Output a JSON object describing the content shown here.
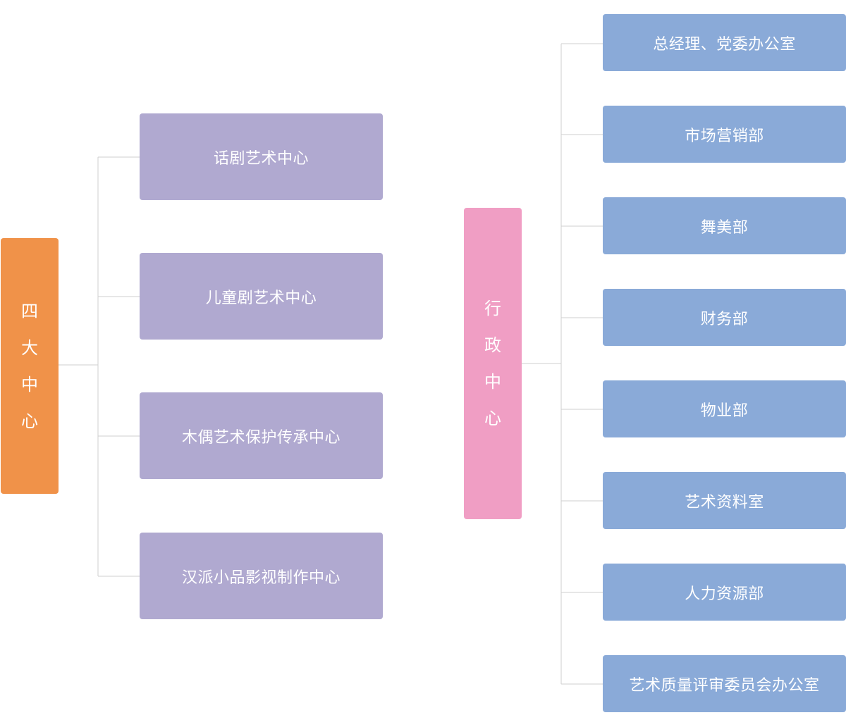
{
  "colors": {
    "left_root": "#f09249",
    "left_children": "#b0a9d0",
    "right_root": "#f09ec4",
    "right_children": "#8aaad8",
    "connector": "#cfcfcf"
  },
  "left_group": {
    "root_label": "四大中心",
    "children": [
      "话剧艺术中心",
      "儿童剧艺术中心",
      "木偶艺术保护传承中心",
      "汉派小品影视制作中心"
    ]
  },
  "right_group": {
    "root_label": "行政中心",
    "children": [
      "总经理、党委办公室",
      "市场营销部",
      "舞美部",
      "财务部",
      "物业部",
      "艺术资料室",
      "人力资源部",
      "艺术质量评审委员会办公室"
    ]
  }
}
